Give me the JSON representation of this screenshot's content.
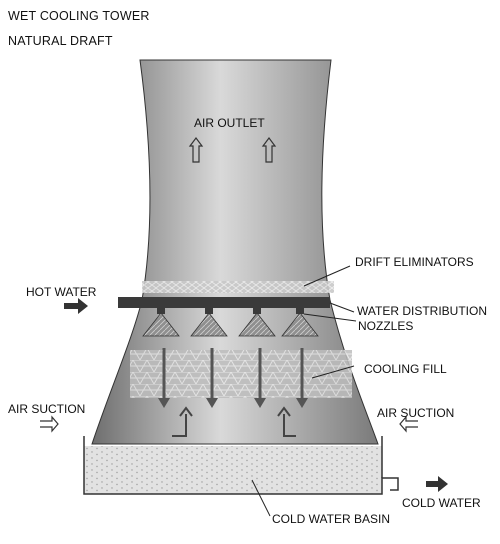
{
  "title_line1": "WET COOLING TOWER",
  "title_line2": "NATURAL DRAFT",
  "labels": {
    "air_outlet": "AIR OUTLET",
    "drift_eliminators": "DRIFT ELIMINATORS",
    "hot_water": "HOT WATER",
    "water_distribution": "WATER DISTRIBUTION",
    "nozzles": "NOZZLES",
    "cooling_fill": "COOLING FILL",
    "air_suction_left": "AIR SUCTION",
    "air_suction_right": "AIR SUCTION",
    "cold_water": "COLD WATER",
    "cold_water_basin": "COLD WATER BASIN"
  },
  "colors": {
    "tower_dark": "#6e6e6e",
    "tower_light": "#d9d9d9",
    "water": "#e2e2e2",
    "arrow": "#555555",
    "pipe": "#3a3a3a"
  }
}
